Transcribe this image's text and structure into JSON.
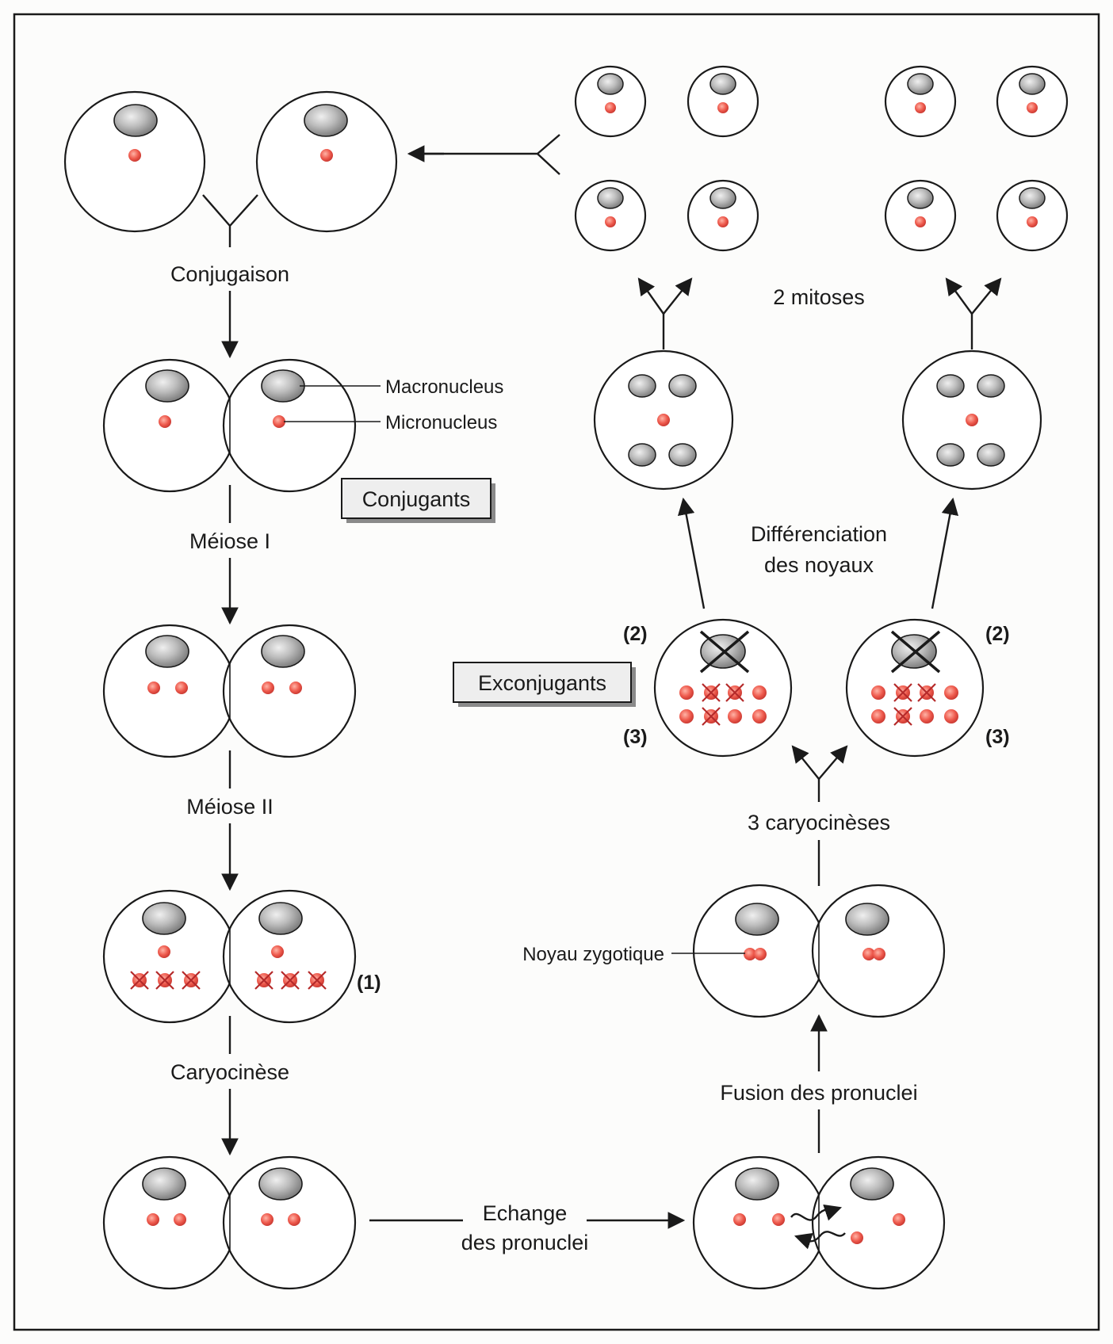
{
  "labels": {
    "conjugaison": "Conjugaison",
    "macronucleus": "Macronucleus",
    "micronucleus": "Micronucleus",
    "conjugants": "Conjugants",
    "meiose1": "Méiose I",
    "meiose2": "Méiose II",
    "mark1": "(1)",
    "caryocinese": "Caryocinèse",
    "echange_line1": "Echange",
    "echange_line2": "des pronuclei",
    "fusion": "Fusion des pronuclei",
    "noyau_zygotique": "Noyau zygotique",
    "caryocineses3": "3 caryocinèses",
    "exconjugants": "Exconjugants",
    "mark2_left": "(2)",
    "mark2_right": "(2)",
    "mark3_left": "(3)",
    "mark3_right": "(3)",
    "diff_line1": "Différenciation",
    "diff_line2": "des noyaux",
    "mitoses2": "2 mitoses"
  },
  "colors": {
    "macronucleus": "#8f8f8f",
    "micronucleus": "#e0453e",
    "outline": "#1a1a1a",
    "box_shadow": "#8a8a8a"
  }
}
